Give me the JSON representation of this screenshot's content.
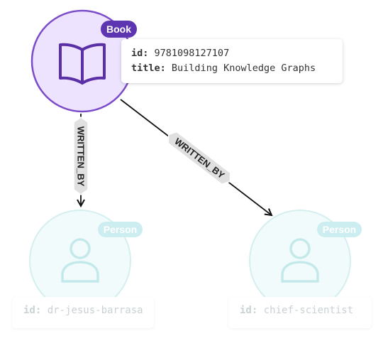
{
  "book": {
    "label": "Book",
    "icon": "open-book-icon",
    "properties": [
      {
        "key": "id:",
        "value": "9781098127107"
      },
      {
        "key": "title:",
        "value": "Building Knowledge Graphs"
      }
    ],
    "colors": {
      "fill": "#ede3ff",
      "stroke": "#7b4cc9",
      "badge": "#5e35b1",
      "icon": "#5b2fa6"
    }
  },
  "relationships": [
    {
      "label": "WRITTEN_BY",
      "from": "book",
      "to": "person_left"
    },
    {
      "label": "WRITTEN_BY",
      "from": "book",
      "to": "person_right"
    }
  ],
  "persons": [
    {
      "label": "Person",
      "icon": "person-icon",
      "property": {
        "key": "id:",
        "value": "dr-jesus-barrasa"
      }
    },
    {
      "label": "Person",
      "icon": "person-icon",
      "property": {
        "key": "id:",
        "value": "chief-scientist"
      }
    }
  ],
  "person_colors": {
    "fill": "#f2fbfb",
    "stroke": "#bfe6e8",
    "badge": "#cdeef0",
    "icon": "#c4e9eb"
  }
}
